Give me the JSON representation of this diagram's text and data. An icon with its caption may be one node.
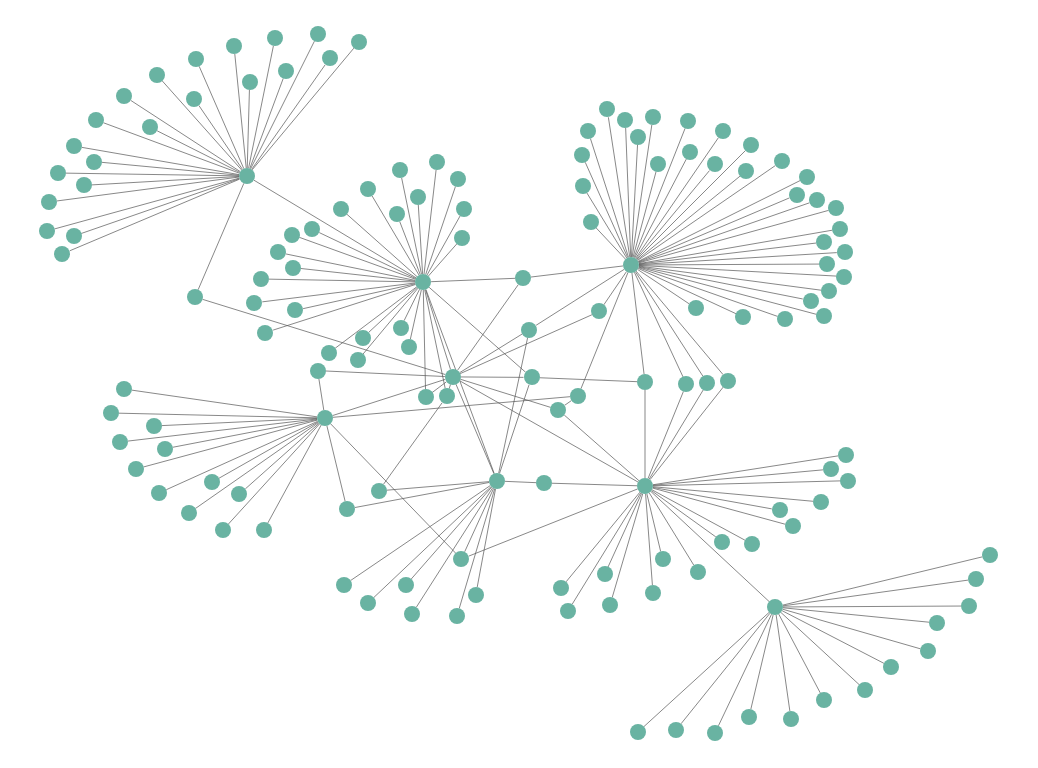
{
  "diagram": {
    "nodes": [
      {
        "text": [],
        "shape": "circle"
      },
      {
        "text": [],
        "shape": "circle"
      },
      {
        "text": [],
        "shape": "circle"
      },
      {
        "text": [],
        "shape": "circle"
      },
      {
        "text": [],
        "shape": "circle"
      },
      {
        "text": [],
        "shape": "circle"
      },
      {
        "text": [],
        "shape": "circle"
      },
      {
        "text": [],
        "shape": "circle"
      },
      {
        "text": [],
        "shape": "circle"
      },
      {
        "text": [],
        "shape": "circle"
      },
      {
        "text": [],
        "shape": "circle"
      },
      {
        "text": [],
        "shape": "circle"
      },
      {
        "text": [],
        "shape": "circle"
      },
      {
        "text": [],
        "shape": "circle"
      },
      {
        "text": [],
        "shape": "circle"
      },
      {
        "text": [],
        "shape": "circle"
      },
      {
        "text": [],
        "shape": "circle"
      },
      {
        "text": [],
        "shape": "circle"
      },
      {
        "text": [],
        "shape": "circle"
      },
      {
        "text": [],
        "shape": "circle"
      },
      {
        "text": [],
        "shape": "circle"
      },
      {
        "text": [],
        "shape": "circle"
      },
      {
        "text": [],
        "shape": "circle"
      },
      {
        "text": [],
        "shape": "circle"
      },
      {
        "text": [],
        "shape": "circle"
      },
      {
        "text": [],
        "shape": "circle"
      },
      {
        "text": [],
        "shape": "circle"
      },
      {
        "text": [],
        "shape": "circle"
      },
      {
        "text": [],
        "shape": "circle"
      },
      {
        "text": [],
        "shape": "circle"
      },
      {
        "text": [],
        "shape": "circle"
      },
      {
        "text": [],
        "shape": "circle"
      },
      {
        "text": [],
        "shape": "circle"
      },
      {
        "text": [],
        "shape": "circle"
      },
      {
        "text": [],
        "shape": "circle"
      },
      {
        "text": [],
        "shape": "circle"
      },
      {
        "text": [],
        "shape": "circle"
      },
      {
        "text": [],
        "shape": "circle"
      },
      {
        "text": [],
        "shape": "circle"
      },
      {
        "text": [],
        "shape": "circle"
      },
      {
        "text": [],
        "shape": "circle"
      },
      {
        "text": [],
        "shape": "circle"
      },
      {
        "text": [],
        "shape": "circle"
      },
      {
        "text": [],
        "shape": "circle"
      },
      {
        "text": [],
        "shape": "circle"
      },
      {
        "text": [],
        "shape": "circle"
      },
      {
        "text": [],
        "shape": "circle"
      },
      {
        "text": [],
        "shape": "circle"
      },
      {
        "text": [],
        "shape": "circle"
      },
      {
        "text": [],
        "shape": "circle"
      },
      {
        "text": [],
        "shape": "circle"
      },
      {
        "text": [],
        "shape": "circle"
      },
      {
        "text": [],
        "shape": "circle"
      },
      {
        "text": [],
        "shape": "circle"
      },
      {
        "text": [],
        "shape": "circle"
      },
      {
        "text": [],
        "shape": "circle"
      },
      {
        "text": [],
        "shape": "circle"
      },
      {
        "text": [],
        "shape": "circle"
      },
      {
        "text": [],
        "shape": "circle"
      },
      {
        "text": [],
        "shape": "circle"
      },
      {
        "text": [],
        "shape": "circle"
      },
      {
        "text": [],
        "shape": "circle"
      },
      {
        "text": [],
        "shape": "circle"
      },
      {
        "text": [],
        "shape": "circle"
      },
      {
        "text": [],
        "shape": "circle"
      },
      {
        "text": [],
        "shape": "circle"
      },
      {
        "text": [],
        "shape": "circle"
      },
      {
        "text": [],
        "shape": "circle"
      },
      {
        "text": [],
        "shape": "circle"
      },
      {
        "text": [],
        "shape": "circle"
      },
      {
        "text": [],
        "shape": "circle"
      },
      {
        "text": [],
        "shape": "circle"
      },
      {
        "text": [],
        "shape": "circle"
      },
      {
        "text": [],
        "shape": "circle"
      },
      {
        "text": [],
        "shape": "circle"
      },
      {
        "text": [],
        "shape": "circle"
      },
      {
        "text": [],
        "shape": "circle"
      },
      {
        "text": [],
        "shape": "circle"
      },
      {
        "text": [],
        "shape": "circle"
      },
      {
        "text": [],
        "shape": "circle"
      },
      {
        "text": [],
        "shape": "circle"
      },
      {
        "text": [],
        "shape": "circle"
      },
      {
        "text": [],
        "shape": "circle"
      },
      {
        "text": [],
        "shape": "circle"
      },
      {
        "text": [],
        "shape": "circle"
      },
      {
        "text": [],
        "shape": "circle"
      },
      {
        "text": [],
        "shape": "circle"
      },
      {
        "text": [],
        "shape": "circle"
      },
      {
        "text": [],
        "shape": "circle"
      },
      {
        "text": [],
        "shape": "circle"
      },
      {
        "text": [],
        "shape": "circle"
      },
      {
        "text": [],
        "shape": "circle"
      },
      {
        "text": [],
        "shape": "circle"
      },
      {
        "text": [],
        "shape": "circle"
      },
      {
        "text": [],
        "shape": "circle"
      },
      {
        "text": [],
        "shape": "circle"
      },
      {
        "text": [],
        "shape": "circle"
      },
      {
        "text": [],
        "shape": "circle"
      },
      {
        "text": [],
        "shape": "circle"
      },
      {
        "text": [],
        "shape": "circle"
      },
      {
        "text": [],
        "shape": "circle"
      },
      {
        "text": [],
        "shape": "circle"
      },
      {
        "text": [],
        "shape": "circle"
      },
      {
        "text": [],
        "shape": "circle"
      },
      {
        "text": [],
        "shape": "circle"
      },
      {
        "text": [],
        "shape": "circle"
      },
      {
        "text": [],
        "shape": "circle"
      },
      {
        "text": [],
        "shape": "circle"
      },
      {
        "text": [],
        "shape": "circle"
      },
      {
        "text": [],
        "shape": "circle"
      },
      {
        "text": [],
        "shape": "circle"
      },
      {
        "text": [],
        "shape": "circle"
      },
      {
        "text": [],
        "shape": "circle"
      },
      {
        "text": [],
        "shape": "circle"
      },
      {
        "text": [],
        "shape": "circle"
      },
      {
        "text": [],
        "shape": "circle"
      },
      {
        "text": [],
        "shape": "circle"
      },
      {
        "text": [],
        "shape": "circle"
      },
      {
        "text": [],
        "shape": "circle"
      },
      {
        "text": [],
        "shape": "circle"
      },
      {
        "text": [],
        "shape": "circle"
      },
      {
        "text": [],
        "shape": "circle"
      },
      {
        "text": [],
        "shape": "circle"
      },
      {
        "text": [],
        "shape": "circle"
      },
      {
        "text": [],
        "shape": "circle"
      },
      {
        "text": [],
        "shape": "circle"
      },
      {
        "text": [],
        "shape": "circle"
      },
      {
        "text": [],
        "shape": "circle"
      },
      {
        "text": [],
        "shape": "circle"
      },
      {
        "text": [],
        "shape": "circle"
      },
      {
        "text": [],
        "shape": "circle"
      },
      {
        "text": [],
        "shape": "circle"
      },
      {
        "text": [],
        "shape": "circle"
      },
      {
        "text": [],
        "shape": "circle"
      },
      {
        "text": [],
        "shape": "circle"
      },
      {
        "text": [],
        "shape": "circle"
      },
      {
        "text": [],
        "shape": "circle"
      },
      {
        "text": [],
        "shape": "circle"
      },
      {
        "text": [],
        "shape": "circle"
      },
      {
        "text": [],
        "shape": "circle"
      },
      {
        "text": [],
        "shape": "circle"
      },
      {
        "text": [],
        "shape": "circle"
      },
      {
        "text": [],
        "shape": "circle"
      },
      {
        "text": [],
        "shape": "circle"
      },
      {
        "text": [],
        "shape": "circle"
      },
      {
        "text": [],
        "shape": "circle"
      }
    ],
    "edges": [
      {
        "from": 0,
        "to": 1,
        "arrow": "none"
      },
      {
        "from": 0,
        "to": 8,
        "arrow": "none"
      },
      {
        "from": 8,
        "to": 4,
        "arrow": "none"
      },
      {
        "from": 1,
        "to": 9,
        "arrow": "none"
      },
      {
        "from": 9,
        "to": 2,
        "arrow": "none"
      },
      {
        "from": 1,
        "to": 4,
        "arrow": "none"
      },
      {
        "from": 1,
        "to": 5,
        "arrow": "none"
      },
      {
        "from": 1,
        "to": 19,
        "arrow": "none"
      },
      {
        "from": 1,
        "to": 20,
        "arrow": "none"
      },
      {
        "from": 1,
        "to": 12,
        "arrow": "none"
      },
      {
        "from": 2,
        "to": 10,
        "arrow": "none"
      },
      {
        "from": 10,
        "to": 4,
        "arrow": "none"
      },
      {
        "from": 2,
        "to": 11,
        "arrow": "none"
      },
      {
        "from": 11,
        "to": 4,
        "arrow": "none"
      },
      {
        "from": 2,
        "to": 13,
        "arrow": "none"
      },
      {
        "from": 13,
        "to": 6,
        "arrow": "none"
      },
      {
        "from": 2,
        "to": 14,
        "arrow": "none"
      },
      {
        "from": 2,
        "to": 15,
        "arrow": "none"
      },
      {
        "from": 2,
        "to": 16,
        "arrow": "none"
      },
      {
        "from": 2,
        "to": 17,
        "arrow": "none"
      },
      {
        "from": 10,
        "to": 5,
        "arrow": "none"
      },
      {
        "from": 9,
        "to": 4,
        "arrow": "none"
      },
      {
        "from": 4,
        "to": 12,
        "arrow": "none"
      },
      {
        "from": 12,
        "to": 13,
        "arrow": "none"
      },
      {
        "from": 3,
        "to": 21,
        "arrow": "none"
      },
      {
        "from": 21,
        "to": 4,
        "arrow": "none"
      },
      {
        "from": 3,
        "to": 4,
        "arrow": "none"
      },
      {
        "from": 3,
        "to": 17,
        "arrow": "none"
      },
      {
        "from": 3,
        "to": 23,
        "arrow": "none"
      },
      {
        "from": 3,
        "to": 24,
        "arrow": "none"
      },
      {
        "from": 23,
        "to": 5,
        "arrow": "none"
      },
      {
        "from": 22,
        "to": 5,
        "arrow": "none"
      },
      {
        "from": 22,
        "to": 20,
        "arrow": "none"
      },
      {
        "from": 5,
        "to": 25,
        "arrow": "none"
      },
      {
        "from": 25,
        "to": 6,
        "arrow": "none"
      },
      {
        "from": 24,
        "to": 6,
        "arrow": "none"
      },
      {
        "from": 5,
        "to": 24,
        "arrow": "none"
      },
      {
        "from": 14,
        "to": 6,
        "arrow": "none"
      },
      {
        "from": 15,
        "to": 6,
        "arrow": "none"
      },
      {
        "from": 16,
        "to": 6,
        "arrow": "none"
      },
      {
        "from": 18,
        "to": 6,
        "arrow": "none"
      },
      {
        "from": 17,
        "to": 18,
        "arrow": "none"
      },
      {
        "from": 18,
        "to": 4,
        "arrow": "none"
      },
      {
        "from": 19,
        "to": 4,
        "arrow": "none"
      },
      {
        "from": 20,
        "to": 4,
        "arrow": "none"
      },
      {
        "from": 6,
        "to": 7,
        "arrow": "none"
      },
      {
        "from": 4,
        "to": 5,
        "arrow": "none"
      },
      {
        "from": 4,
        "to": 6,
        "arrow": "none"
      },
      {
        "from": 12,
        "to": 5,
        "arrow": "none"
      },
      {
        "from": 0,
        "to": 26,
        "arrow": "none"
      },
      {
        "from": 0,
        "to": 27,
        "arrow": "none"
      },
      {
        "from": 0,
        "to": 28,
        "arrow": "none"
      },
      {
        "from": 0,
        "to": 29,
        "arrow": "none"
      },
      {
        "from": 0,
        "to": 30,
        "arrow": "none"
      },
      {
        "from": 0,
        "to": 31,
        "arrow": "none"
      },
      {
        "from": 0,
        "to": 32,
        "arrow": "none"
      },
      {
        "from": 0,
        "to": 33,
        "arrow": "none"
      },
      {
        "from": 0,
        "to": 34,
        "arrow": "none"
      },
      {
        "from": 0,
        "to": 35,
        "arrow": "none"
      },
      {
        "from": 0,
        "to": 36,
        "arrow": "none"
      },
      {
        "from": 0,
        "to": 37,
        "arrow": "none"
      },
      {
        "from": 0,
        "to": 38,
        "arrow": "none"
      },
      {
        "from": 0,
        "to": 39,
        "arrow": "none"
      },
      {
        "from": 0,
        "to": 40,
        "arrow": "none"
      },
      {
        "from": 0,
        "to": 41,
        "arrow": "none"
      },
      {
        "from": 0,
        "to": 42,
        "arrow": "none"
      },
      {
        "from": 0,
        "to": 43,
        "arrow": "none"
      },
      {
        "from": 0,
        "to": 44,
        "arrow": "none"
      },
      {
        "from": 0,
        "to": 45,
        "arrow": "none"
      },
      {
        "from": 0,
        "to": 46,
        "arrow": "none"
      },
      {
        "from": 1,
        "to": 47,
        "arrow": "none"
      },
      {
        "from": 1,
        "to": 48,
        "arrow": "none"
      },
      {
        "from": 1,
        "to": 49,
        "arrow": "none"
      },
      {
        "from": 1,
        "to": 50,
        "arrow": "none"
      },
      {
        "from": 1,
        "to": 51,
        "arrow": "none"
      },
      {
        "from": 1,
        "to": 52,
        "arrow": "none"
      },
      {
        "from": 1,
        "to": 53,
        "arrow": "none"
      },
      {
        "from": 1,
        "to": 54,
        "arrow": "none"
      },
      {
        "from": 1,
        "to": 55,
        "arrow": "none"
      },
      {
        "from": 1,
        "to": 56,
        "arrow": "none"
      },
      {
        "from": 1,
        "to": 57,
        "arrow": "none"
      },
      {
        "from": 1,
        "to": 58,
        "arrow": "none"
      },
      {
        "from": 1,
        "to": 59,
        "arrow": "none"
      },
      {
        "from": 1,
        "to": 60,
        "arrow": "none"
      },
      {
        "from": 1,
        "to": 61,
        "arrow": "none"
      },
      {
        "from": 1,
        "to": 62,
        "arrow": "none"
      },
      {
        "from": 1,
        "to": 63,
        "arrow": "none"
      },
      {
        "from": 1,
        "to": 64,
        "arrow": "none"
      },
      {
        "from": 1,
        "to": 65,
        "arrow": "none"
      },
      {
        "from": 1,
        "to": 66,
        "arrow": "none"
      },
      {
        "from": 1,
        "to": 67,
        "arrow": "none"
      },
      {
        "from": 1,
        "to": 68,
        "arrow": "none"
      },
      {
        "from": 2,
        "to": 69,
        "arrow": "none"
      },
      {
        "from": 2,
        "to": 70,
        "arrow": "none"
      },
      {
        "from": 2,
        "to": 71,
        "arrow": "none"
      },
      {
        "from": 2,
        "to": 72,
        "arrow": "none"
      },
      {
        "from": 2,
        "to": 73,
        "arrow": "none"
      },
      {
        "from": 2,
        "to": 74,
        "arrow": "none"
      },
      {
        "from": 2,
        "to": 75,
        "arrow": "none"
      },
      {
        "from": 2,
        "to": 76,
        "arrow": "none"
      },
      {
        "from": 2,
        "to": 77,
        "arrow": "none"
      },
      {
        "from": 2,
        "to": 78,
        "arrow": "none"
      },
      {
        "from": 2,
        "to": 79,
        "arrow": "none"
      },
      {
        "from": 2,
        "to": 80,
        "arrow": "none"
      },
      {
        "from": 2,
        "to": 81,
        "arrow": "none"
      },
      {
        "from": 2,
        "to": 82,
        "arrow": "none"
      },
      {
        "from": 2,
        "to": 83,
        "arrow": "none"
      },
      {
        "from": 2,
        "to": 84,
        "arrow": "none"
      },
      {
        "from": 2,
        "to": 85,
        "arrow": "none"
      },
      {
        "from": 2,
        "to": 86,
        "arrow": "none"
      },
      {
        "from": 2,
        "to": 87,
        "arrow": "none"
      },
      {
        "from": 2,
        "to": 88,
        "arrow": "none"
      },
      {
        "from": 2,
        "to": 89,
        "arrow": "none"
      },
      {
        "from": 2,
        "to": 90,
        "arrow": "none"
      },
      {
        "from": 2,
        "to": 91,
        "arrow": "none"
      },
      {
        "from": 2,
        "to": 92,
        "arrow": "none"
      },
      {
        "from": 2,
        "to": 93,
        "arrow": "none"
      },
      {
        "from": 2,
        "to": 94,
        "arrow": "none"
      },
      {
        "from": 2,
        "to": 95,
        "arrow": "none"
      },
      {
        "from": 2,
        "to": 96,
        "arrow": "none"
      },
      {
        "from": 2,
        "to": 97,
        "arrow": "none"
      },
      {
        "from": 2,
        "to": 98,
        "arrow": "none"
      },
      {
        "from": 2,
        "to": 99,
        "arrow": "none"
      },
      {
        "from": 3,
        "to": 100,
        "arrow": "none"
      },
      {
        "from": 3,
        "to": 101,
        "arrow": "none"
      },
      {
        "from": 3,
        "to": 102,
        "arrow": "none"
      },
      {
        "from": 3,
        "to": 103,
        "arrow": "none"
      },
      {
        "from": 3,
        "to": 104,
        "arrow": "none"
      },
      {
        "from": 3,
        "to": 105,
        "arrow": "none"
      },
      {
        "from": 3,
        "to": 106,
        "arrow": "none"
      },
      {
        "from": 3,
        "to": 107,
        "arrow": "none"
      },
      {
        "from": 3,
        "to": 108,
        "arrow": "none"
      },
      {
        "from": 3,
        "to": 109,
        "arrow": "none"
      },
      {
        "from": 3,
        "to": 110,
        "arrow": "none"
      },
      {
        "from": 3,
        "to": 111,
        "arrow": "none"
      },
      {
        "from": 5,
        "to": 112,
        "arrow": "none"
      },
      {
        "from": 5,
        "to": 113,
        "arrow": "none"
      },
      {
        "from": 5,
        "to": 114,
        "arrow": "none"
      },
      {
        "from": 5,
        "to": 115,
        "arrow": "none"
      },
      {
        "from": 5,
        "to": 116,
        "arrow": "none"
      },
      {
        "from": 5,
        "to": 117,
        "arrow": "none"
      },
      {
        "from": 6,
        "to": 118,
        "arrow": "none"
      },
      {
        "from": 6,
        "to": 119,
        "arrow": "none"
      },
      {
        "from": 6,
        "to": 120,
        "arrow": "none"
      },
      {
        "from": 6,
        "to": 121,
        "arrow": "none"
      },
      {
        "from": 6,
        "to": 122,
        "arrow": "none"
      },
      {
        "from": 6,
        "to": 123,
        "arrow": "none"
      },
      {
        "from": 6,
        "to": 124,
        "arrow": "none"
      },
      {
        "from": 6,
        "to": 125,
        "arrow": "none"
      },
      {
        "from": 6,
        "to": 126,
        "arrow": "none"
      },
      {
        "from": 6,
        "to": 127,
        "arrow": "none"
      },
      {
        "from": 6,
        "to": 128,
        "arrow": "none"
      },
      {
        "from": 6,
        "to": 129,
        "arrow": "none"
      },
      {
        "from": 6,
        "to": 130,
        "arrow": "none"
      },
      {
        "from": 6,
        "to": 131,
        "arrow": "none"
      },
      {
        "from": 6,
        "to": 132,
        "arrow": "none"
      },
      {
        "from": 7,
        "to": 133,
        "arrow": "none"
      },
      {
        "from": 7,
        "to": 134,
        "arrow": "none"
      },
      {
        "from": 7,
        "to": 135,
        "arrow": "none"
      },
      {
        "from": 7,
        "to": 136,
        "arrow": "none"
      },
      {
        "from": 7,
        "to": 137,
        "arrow": "none"
      },
      {
        "from": 7,
        "to": 138,
        "arrow": "none"
      },
      {
        "from": 7,
        "to": 139,
        "arrow": "none"
      },
      {
        "from": 7,
        "to": 140,
        "arrow": "none"
      },
      {
        "from": 7,
        "to": 141,
        "arrow": "none"
      },
      {
        "from": 7,
        "to": 142,
        "arrow": "none"
      },
      {
        "from": 7,
        "to": 143,
        "arrow": "none"
      },
      {
        "from": 7,
        "to": 144,
        "arrow": "none"
      },
      {
        "from": 7,
        "to": 145,
        "arrow": "none"
      }
    ]
  }
}
